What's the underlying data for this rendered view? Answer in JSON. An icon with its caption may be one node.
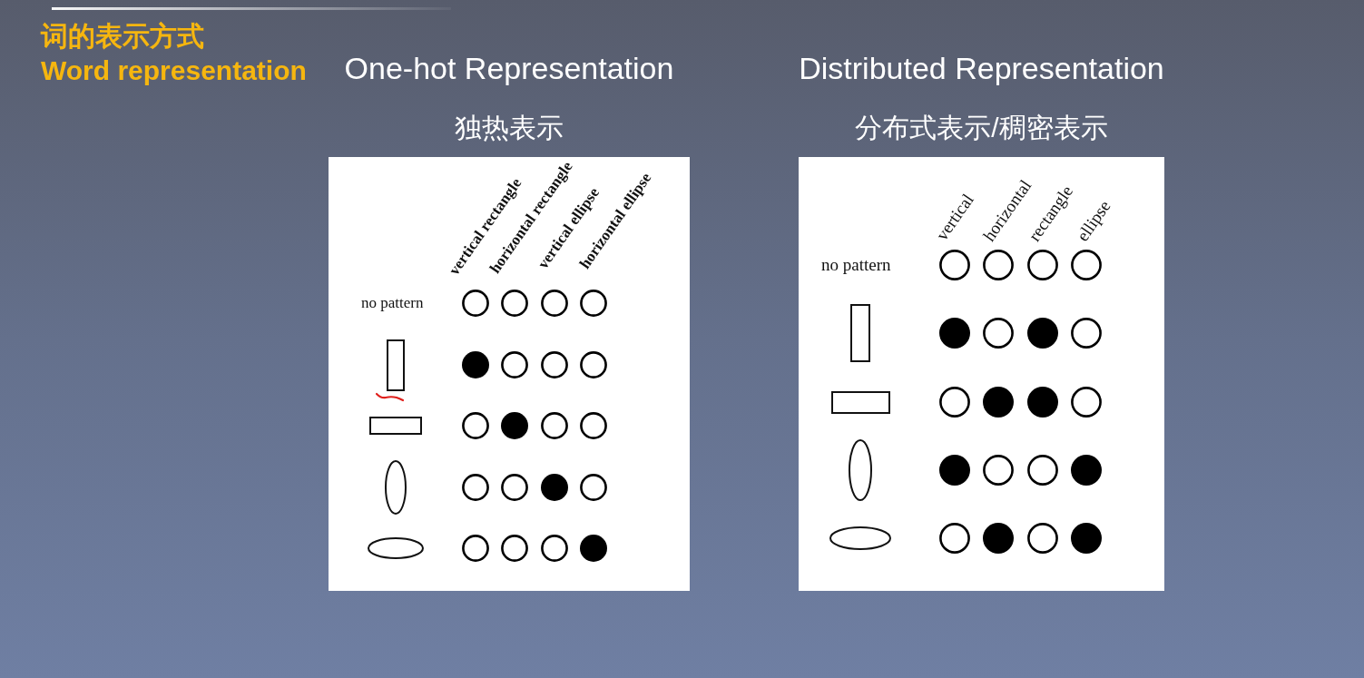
{
  "diagram": {
    "title": "词的表示方式",
    "nodes": [
      {
        "text": [
          "One-hot Representation",
          "独热表示",
          "vertical rectangle",
          "horizontal rectangle",
          "vertical ellipse",
          "horizontal ellipse",
          "no pattern"
        ]
      },
      {
        "text": [
          "Distributed Representation",
          "分布式表示/稠密表示",
          "vertical",
          "horizontal",
          "rectangle",
          "ellipse",
          "no pattern"
        ]
      }
    ],
    "labels": [
      "Word representation"
    ]
  }
}
